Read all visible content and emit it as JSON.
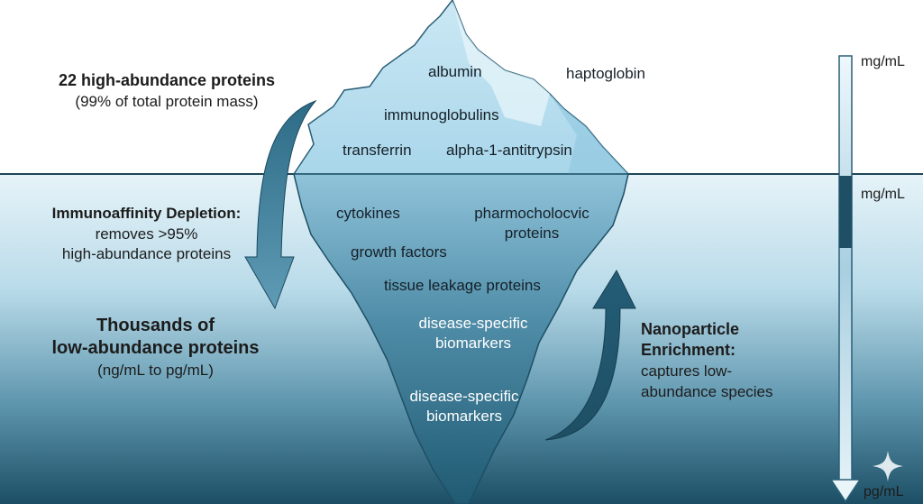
{
  "left": {
    "high_title": "22 high-abundance proteins",
    "high_sub": "(99% of total protein mass)",
    "depletion_title": "Immunoaffinity Depletion:",
    "depletion_line1": "removes >95%",
    "depletion_line2": "high-abundance proteins",
    "low_title_line1": "Thousands of",
    "low_title_line2": "low-abundance proteins",
    "low_sub": "(ng/mL to pg/mL)"
  },
  "above_water": {
    "albumin": "albumin",
    "haptoglobin": "haptoglobin",
    "immunoglobulins": "immunoglobulins",
    "transferrin": "transferrin",
    "alpha1": "alpha-1-antitrypsin"
  },
  "below_water": {
    "cytokines": "cytokines",
    "pharma_line1": "pharmocholocvic",
    "pharma_line2": "proteins",
    "growth": "growth factors",
    "tissue": "tissue leakage proteins",
    "disease1_line1": "disease-specific",
    "disease1_line2": "biomarkers",
    "disease2_line1": "disease-specific",
    "disease2_line2": "biomarkers"
  },
  "right": {
    "enrich_line1": "Nanoparticle",
    "enrich_line2": "Enrichment:",
    "enrich_line3": "captures low-",
    "enrich_line4": "abundance species"
  },
  "scale": {
    "top": "mg/mL",
    "mid": "mg/mL",
    "bottom": "pg/mL"
  },
  "colors": {
    "sky": "#ffffff",
    "water_top": "#e3f1f8",
    "water_bottom": "#1c4f66",
    "ice_light": "#d3edf7",
    "ice_deep": "#2a6680",
    "arrow": "#1f5a72"
  }
}
